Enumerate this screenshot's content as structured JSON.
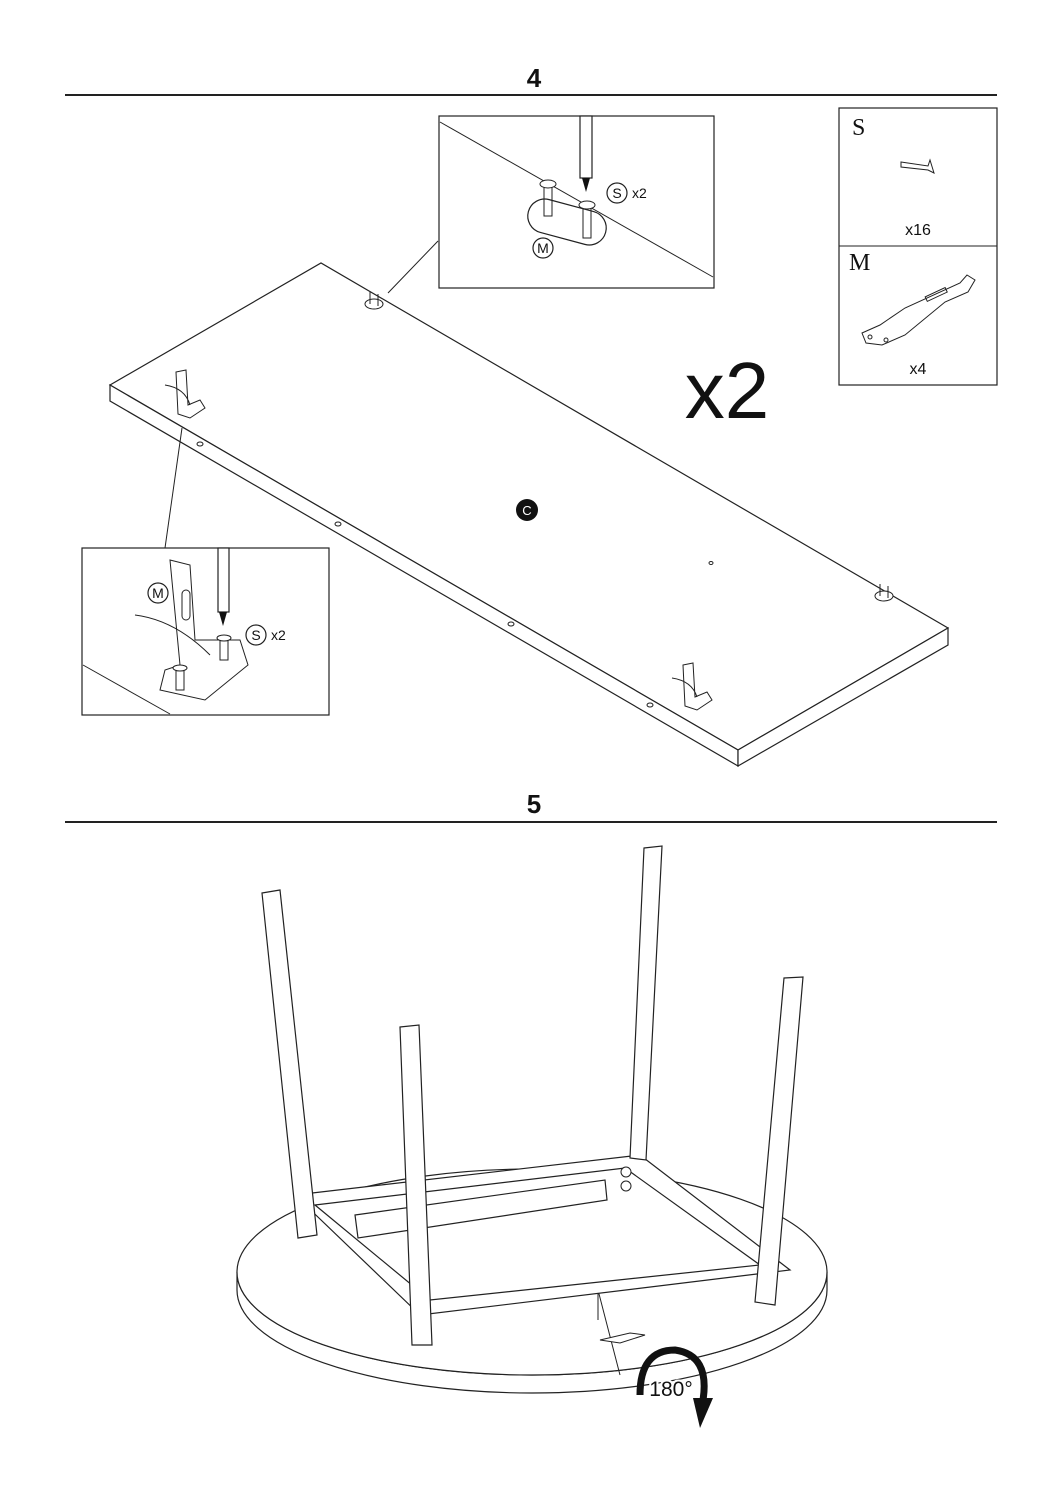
{
  "steps": [
    {
      "number": "4",
      "multiplier": "x2",
      "panel_label": "C",
      "callout_top": {
        "screw_label": "S",
        "screw_qty": "x2",
        "bracket_label": "M"
      },
      "callout_left": {
        "screw_label": "S",
        "screw_qty": "x2",
        "bracket_label": "M"
      }
    },
    {
      "number": "5",
      "rotation_label": "180°"
    }
  ],
  "parts": [
    {
      "label": "S",
      "qty": "x16",
      "icon": "screw-icon"
    },
    {
      "label": "M",
      "qty": "x4",
      "icon": "latch-icon"
    }
  ],
  "colors": {
    "ink": "#222222",
    "badge": "#111111"
  }
}
